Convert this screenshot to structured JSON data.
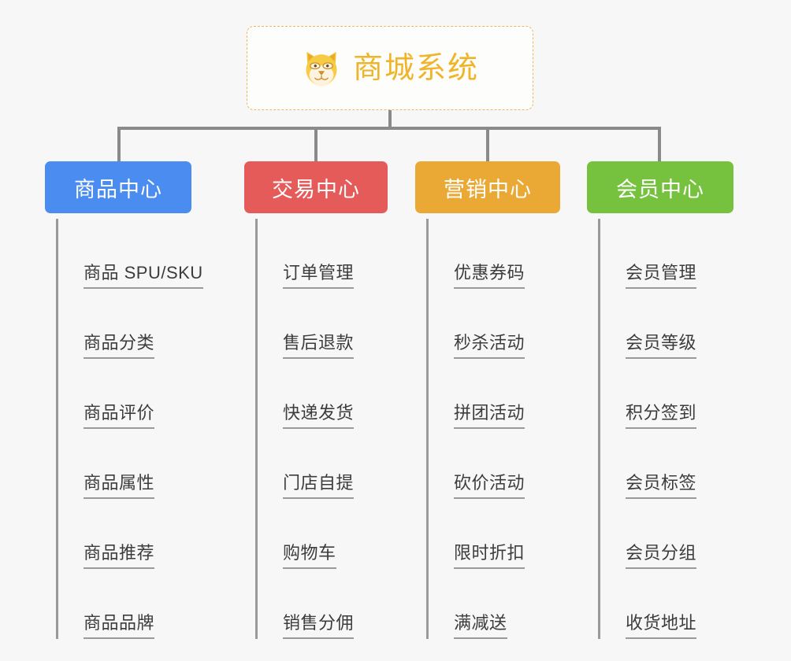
{
  "diagram": {
    "type": "mindmap",
    "background_color": "#f7f7f7",
    "root": {
      "title": "商城系统",
      "icon": "shiba-dog-icon",
      "border_color": "#e8b860",
      "text_color": "#f0b429"
    },
    "branches": [
      {
        "label": "商品中心",
        "color": "#4a8cf0",
        "items": [
          "商品 SPU/SKU",
          "商品分类",
          "商品评价",
          "商品属性",
          "商品推荐",
          "商品品牌"
        ]
      },
      {
        "label": "交易中心",
        "color": "#e45b59",
        "items": [
          "订单管理",
          "售后退款",
          "快递发货",
          "门店自提",
          "购物车",
          "销售分佣"
        ]
      },
      {
        "label": "营销中心",
        "color": "#eaa935",
        "items": [
          "优惠券码",
          "秒杀活动",
          "拼团活动",
          "砍价活动",
          "限时折扣",
          "满减送"
        ]
      },
      {
        "label": "会员中心",
        "color": "#76c23f",
        "items": [
          "会员管理",
          "会员等级",
          "积分签到",
          "会员标签",
          "会员分组",
          "收货地址"
        ]
      }
    ]
  }
}
